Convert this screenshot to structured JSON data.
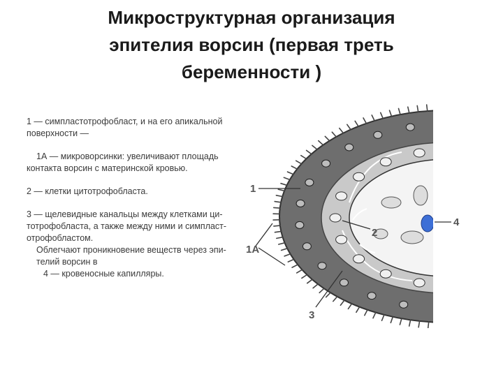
{
  "slide": {
    "title_lines": [
      "Микроструктурная организация",
      "эпителия ворсин (первая треть",
      "беременности )"
    ]
  },
  "legend": {
    "item1_line1": "1 — симпластотрофобласт, и на его апикальной",
    "item1_line2": "поверхности —",
    "item1a_line1": "1А — микроворсинки: увеличивают площадь",
    "item1a_line2": "контакта ворсин с материнской кровью.",
    "item2": "2 — клетки цитотрофобласта.",
    "item3_line1": "3 — щелевидные канальцы между клетками ци-",
    "item3_line2": "тотрофобласта, а также между ними и симпласт-",
    "item3_line3": "отрофобластом.",
    "item3_line4": "Облегчают проникновение веществ через эпи-",
    "item3_line5": "телий ворсин в",
    "item4": "4 — кровеносные капилляры."
  },
  "figure": {
    "labels": {
      "l1": "1",
      "l1a": "1А",
      "l2": "2",
      "l3": "3",
      "l4": "4"
    },
    "colors": {
      "syncytium": "#6e6e6e",
      "cytotrophoblast": "#c9c9c9",
      "stroma": "#f4f4f4",
      "capillary": "#3d6fd6"
    }
  }
}
